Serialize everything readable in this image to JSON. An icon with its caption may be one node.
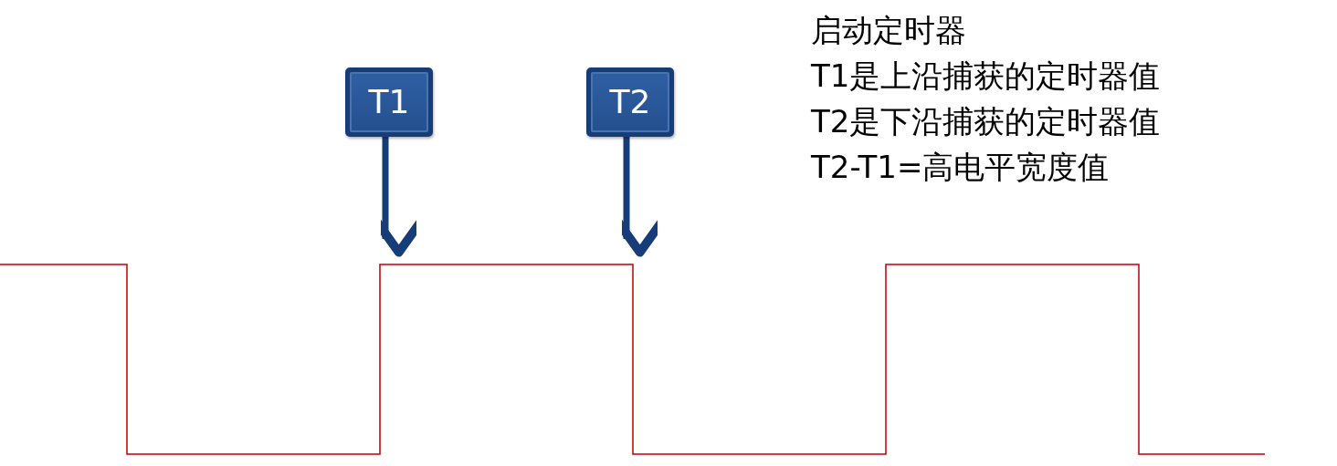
{
  "diagram": {
    "nodes": [
      {
        "text": [
          "T1"
        ]
      },
      {
        "text": [
          "T2"
        ]
      }
    ],
    "edges": [
      {
        "from": 0,
        "to": null,
        "arrow": "to"
      },
      {
        "from": 1,
        "to": null,
        "arrow": "to"
      }
    ],
    "labels": [
      "启动定时器",
      "T1是上沿捕获的定时器值",
      "T2是下沿捕获的定时器值",
      "T2-T1=高电平宽度值"
    ]
  }
}
